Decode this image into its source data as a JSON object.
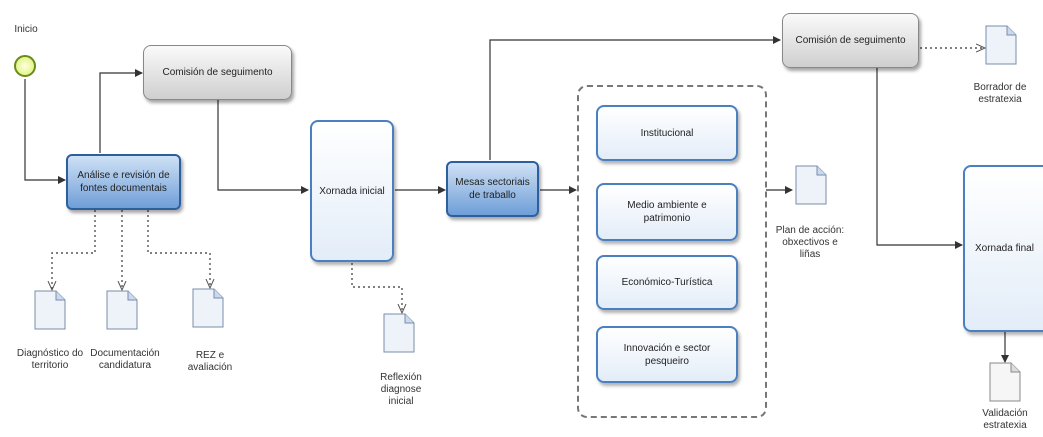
{
  "start": {
    "label": "Inicio"
  },
  "nodes": {
    "comision1": "Comisión de seguimento",
    "analise": "Análise e revisión de fontes documentais",
    "xornada_inicial": "Xornada inicial",
    "mesas": "Mesas sectoriais de traballo",
    "comision2": "Comisión de seguimento",
    "institucional": "Institucional",
    "medio": "Medio ambiente e patrimonio",
    "economico": "Económico-Turística",
    "innovacion": "Innovación e sector pesqueiro",
    "xornada_final": "Xornada final"
  },
  "documents": {
    "diagnostico": "Diagnóstico do territorio",
    "documentacion": "Documentación candidatura",
    "rez": "REZ e avaliación",
    "reflexion": "Reflexión diagnose inicial",
    "plan": "Plan de acción: obxectivos e liñas",
    "borrador": "Borrador de estratexia",
    "validacion": "Validación estratexia"
  },
  "colors": {
    "task_blue": "#6f9ed8",
    "task_border": "#2d5e9e",
    "gray_box": "#cfcfcf",
    "start_event": "#d8f06a",
    "connector": "#333333"
  }
}
